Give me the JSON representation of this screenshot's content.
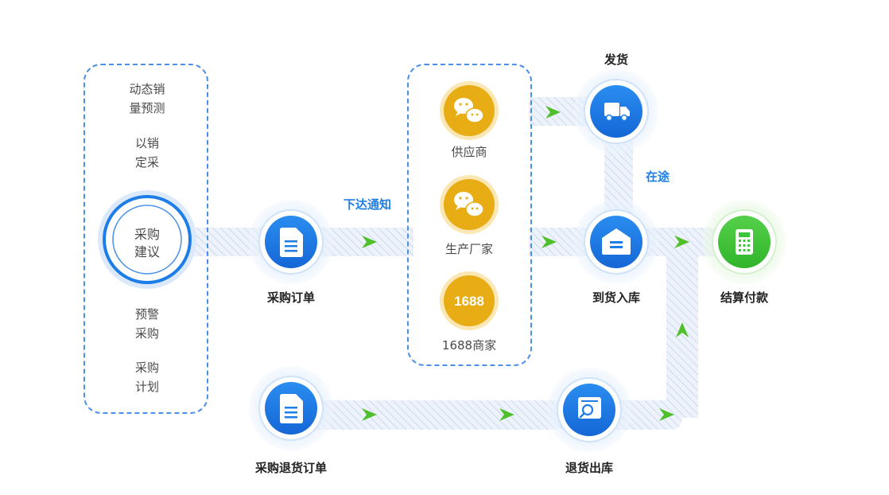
{
  "left_panel": {
    "items": [
      "动态销\n量预测",
      "以销\n定采",
      "预警\n采购",
      "采购\n计划"
    ],
    "center": "采购\n建议"
  },
  "nodes": {
    "purchase_order": "采购订单",
    "return_order": "采购退货订单",
    "ship": "发货",
    "receive": "到货入库",
    "return_out": "退货出库",
    "settle": "结算付款"
  },
  "labels": {
    "notify": "下达通知",
    "in_transit": "在途"
  },
  "sources": [
    {
      "label": "供应商",
      "icon": "wechat-icon",
      "color": "#e8ac14"
    },
    {
      "label": "生产厂家",
      "icon": "wechat-icon",
      "color": "#e8ac14"
    },
    {
      "label": "1688商家",
      "icon": "1688-badge-icon",
      "badge": "1688",
      "color": "#e8ac14"
    }
  ],
  "colors": {
    "accent_blue": "#1e7ee8",
    "green": "#3cc43c",
    "gold": "#e8ac14",
    "dashed_border": "#4a8fe8"
  }
}
